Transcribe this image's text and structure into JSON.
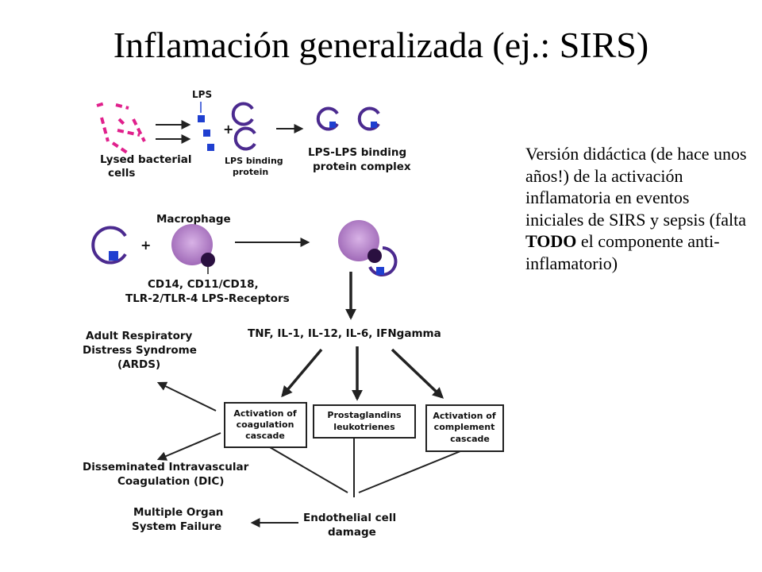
{
  "title": "Inflamación generalizada (ej.: SIRS)",
  "side_text": {
    "part1": "Versión didáctica (de hace unos años!) de la activación inflamatoria en eventos iniciales de SIRS y sepsis (falta ",
    "bold": "TODO",
    "part2": " el componente anti-inflamatorio)"
  },
  "diagram": {
    "lps": "LPS",
    "lysed_line1": "Lysed bacterial",
    "lysed_line2": "cells",
    "lbp_line1": "LPS binding",
    "lbp_line2": "protein",
    "complex_line1": "LPS-LPS binding",
    "complex_line2": "protein complex",
    "plus": "+",
    "macrophage": "Macrophage",
    "receptors_line1": "CD14, CD11/CD18,",
    "receptors_line2": "TLR-2/TLR-4 LPS-Receptors",
    "cytokines": "TNF, IL-1, IL-12, IL-6, IFNgamma",
    "ards_line1": "Adult Respiratory",
    "ards_line2": "Distress Syndrome",
    "ards_line3": "(ARDS)",
    "coag_line1": "Activation of",
    "coag_line2": "coagulation",
    "coag_line3": "cascade",
    "prost_line1": "Prostaglandins",
    "prost_line2": "leukotrienes",
    "comp_line1": "Activation of",
    "comp_line2": "complement",
    "comp_line3": "cascade",
    "dic_line1": "Disseminated Intravascular",
    "dic_line2": "Coagulation (DIC)",
    "mosf_line1": "Multiple Organ",
    "mosf_line2": "System Failure",
    "endo_line1": "Endothelial cell",
    "endo_line2": "damage"
  },
  "colors": {
    "bacteria": "#e0208c",
    "lps": "#1f3fd0",
    "lbp": "#4b2a8f",
    "macrophage": "#b07ac8",
    "receptor": "#2a1040"
  }
}
